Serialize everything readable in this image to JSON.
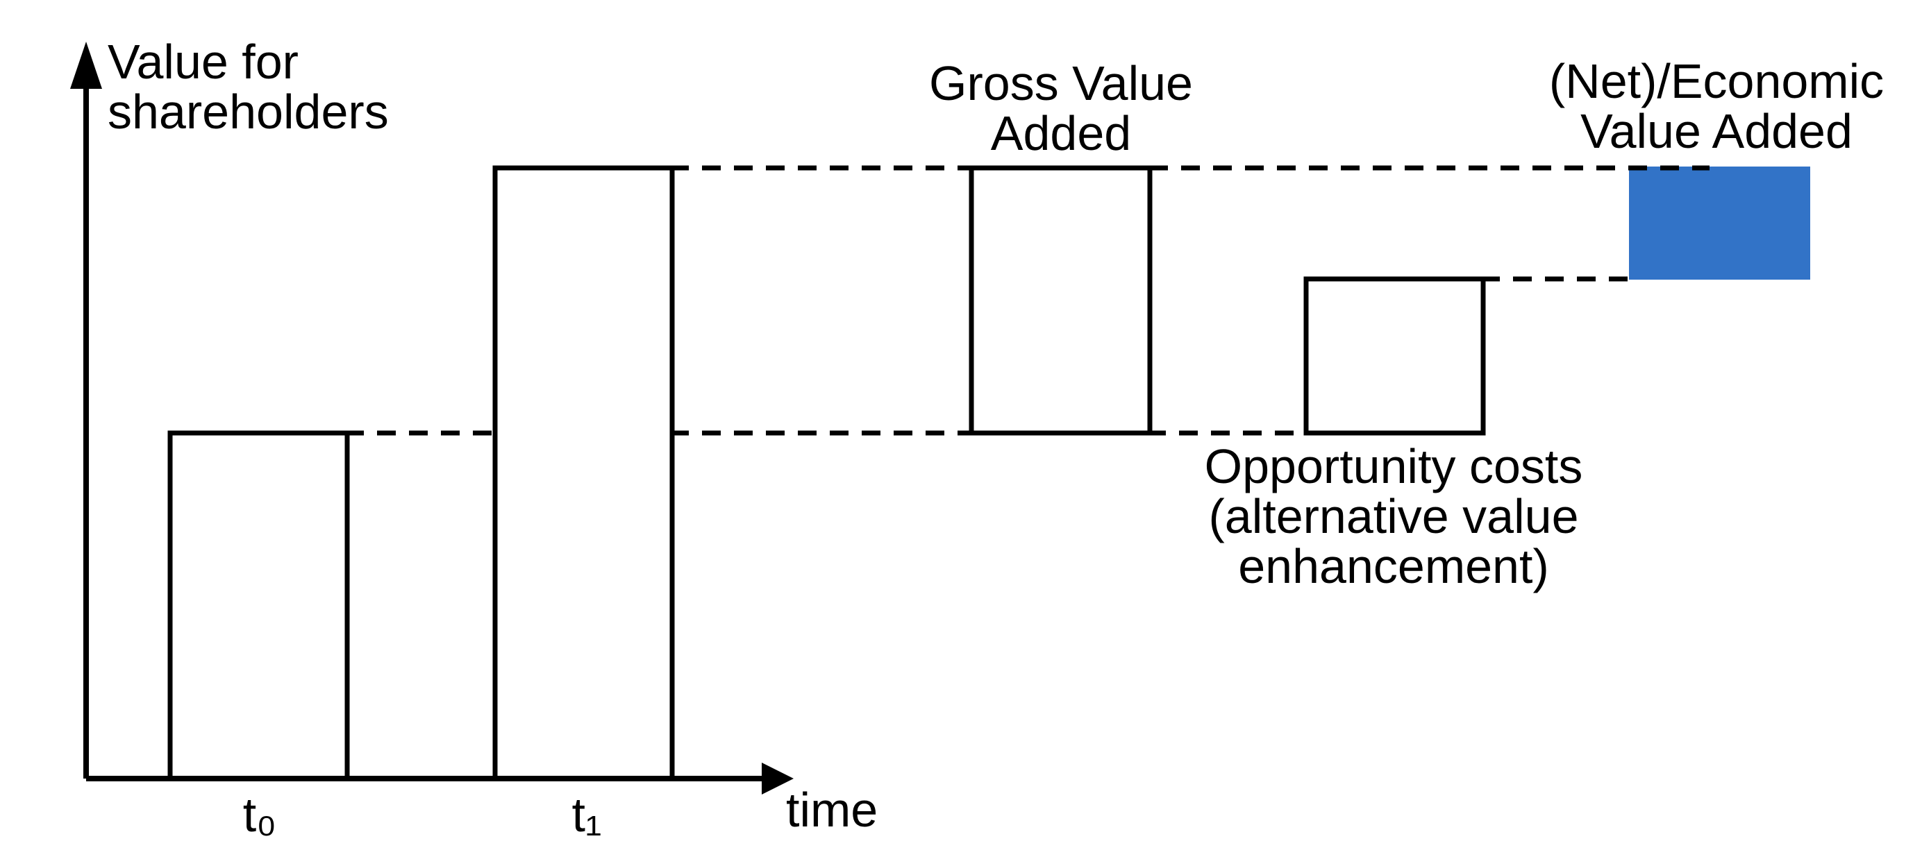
{
  "diagram": {
    "title_region": {
      "y_axis_label": "Value for\nshareholders",
      "x_axis_label": "time"
    },
    "bars": {
      "t0_label": "t₀",
      "t1_label": "t₁"
    },
    "boxes": {
      "gross_value_label": "Gross Value\nAdded",
      "opportunity_label": "Opportunity costs\n(alternative value\nenhancement)",
      "eva_label": "(Net)/Economic\nValue Added"
    },
    "colors": {
      "eva_fill": "#3273C7",
      "line": "#000000",
      "background": "#FFFFFF"
    }
  }
}
